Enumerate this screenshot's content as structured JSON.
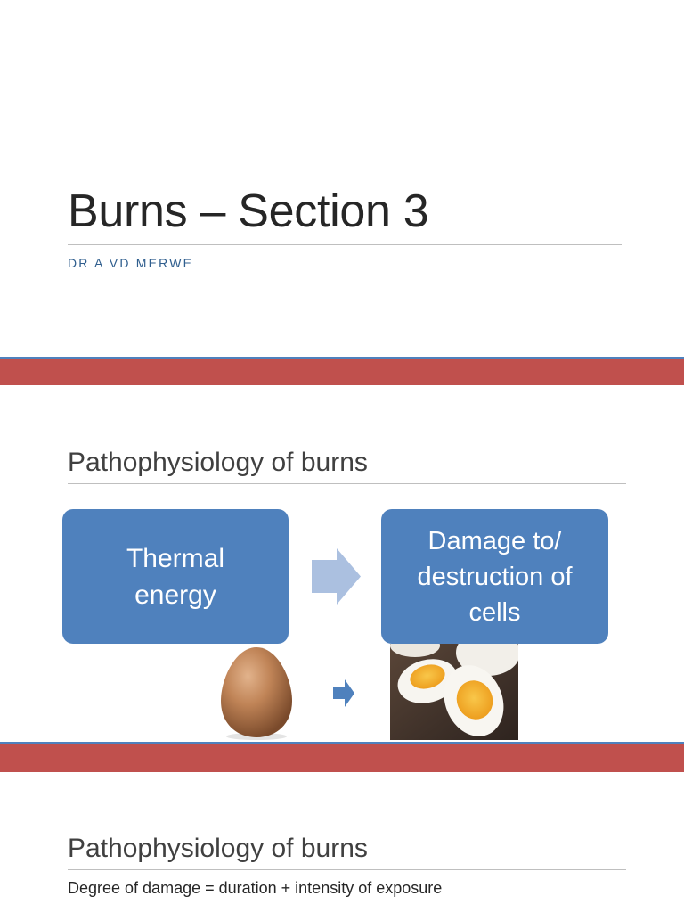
{
  "colors": {
    "box_blue": "#4f81bd",
    "band_red": "#c0504d",
    "band_blue": "#4f81bd",
    "arrow_light_blue": "#abc0e0",
    "subtitle_blue": "#2f5e8e",
    "rule_gray": "#bfbfbf"
  },
  "slide1": {
    "title": "Burns – Section 3",
    "subtitle": "DR A VD MERWE"
  },
  "slide2": {
    "title": "Pathophysiology of burns",
    "box_left": {
      "lines": [
        "Thermal",
        "energy"
      ]
    },
    "box_right": {
      "lines": [
        "Damage to/",
        "destruction of",
        "cells"
      ]
    },
    "images": {
      "left": "raw-egg-photo",
      "right": "boiled-eggs-photo"
    },
    "icons": {
      "big_arrow": "right-arrow-icon",
      "small_arrow": "right-arrow-icon"
    }
  },
  "slide3": {
    "title": "Pathophysiology of burns",
    "text": "Degree of damage = duration + intensity of exposure"
  }
}
